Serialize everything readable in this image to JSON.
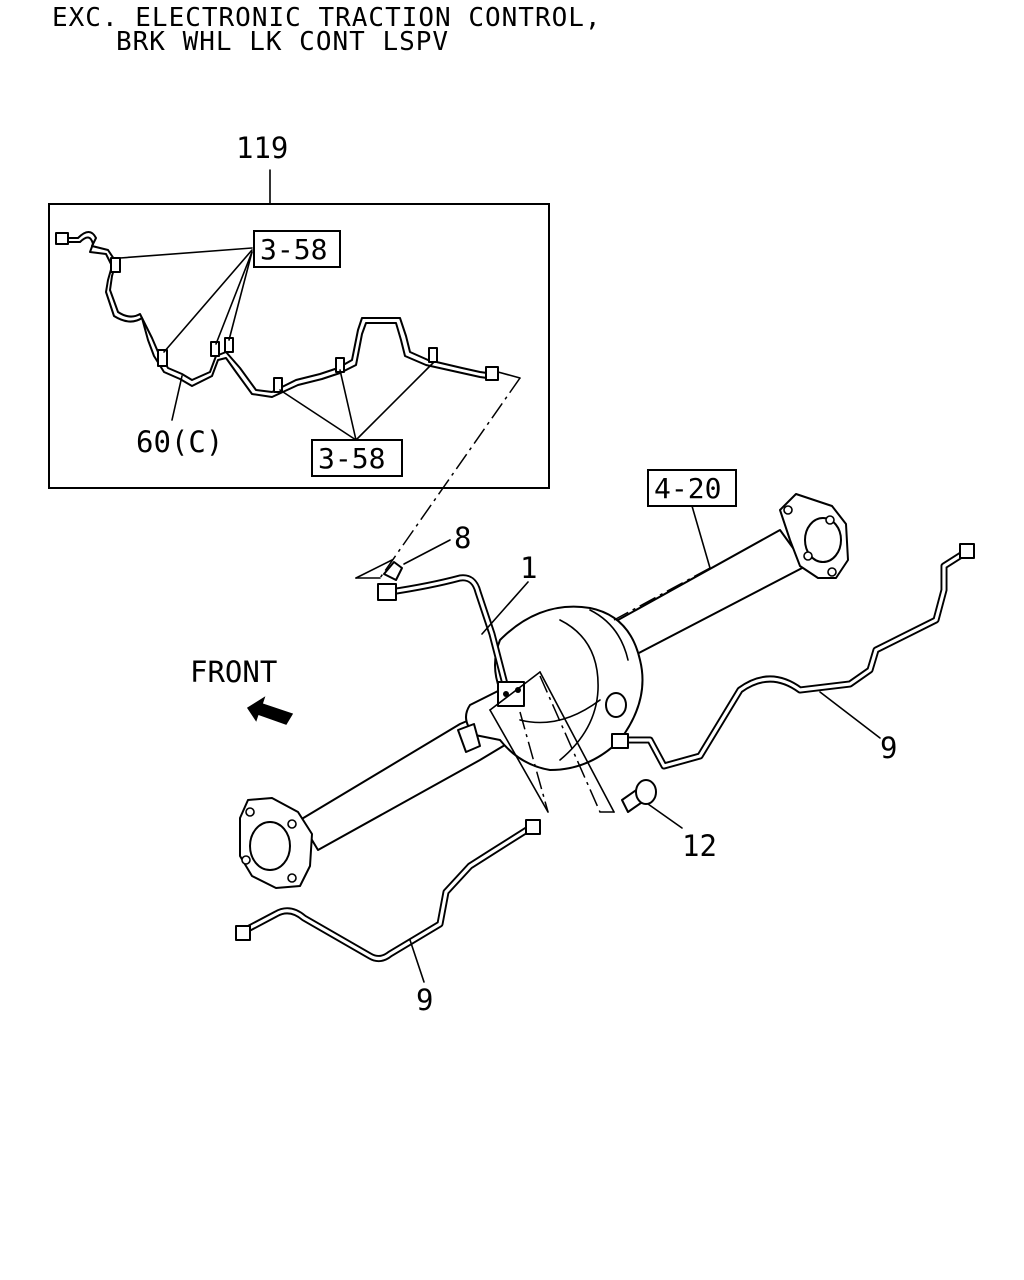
{
  "header": {
    "line1": "EXC. ELECTRONIC TRACTION CONTROL,",
    "line2": "BRK WHL LK CONT LSPV"
  },
  "callouts": {
    "assembly": "119",
    "ref_upper": "3-58",
    "ref_lower": "3-58",
    "pipe_c": "60(C)",
    "axle_ref": "4-20",
    "clip": "8",
    "hose": "1",
    "pipe_right": "9",
    "pipe_left": "9",
    "bolt": "12"
  },
  "direction": {
    "label": "FRONT",
    "icon": "arrow-left-icon"
  }
}
